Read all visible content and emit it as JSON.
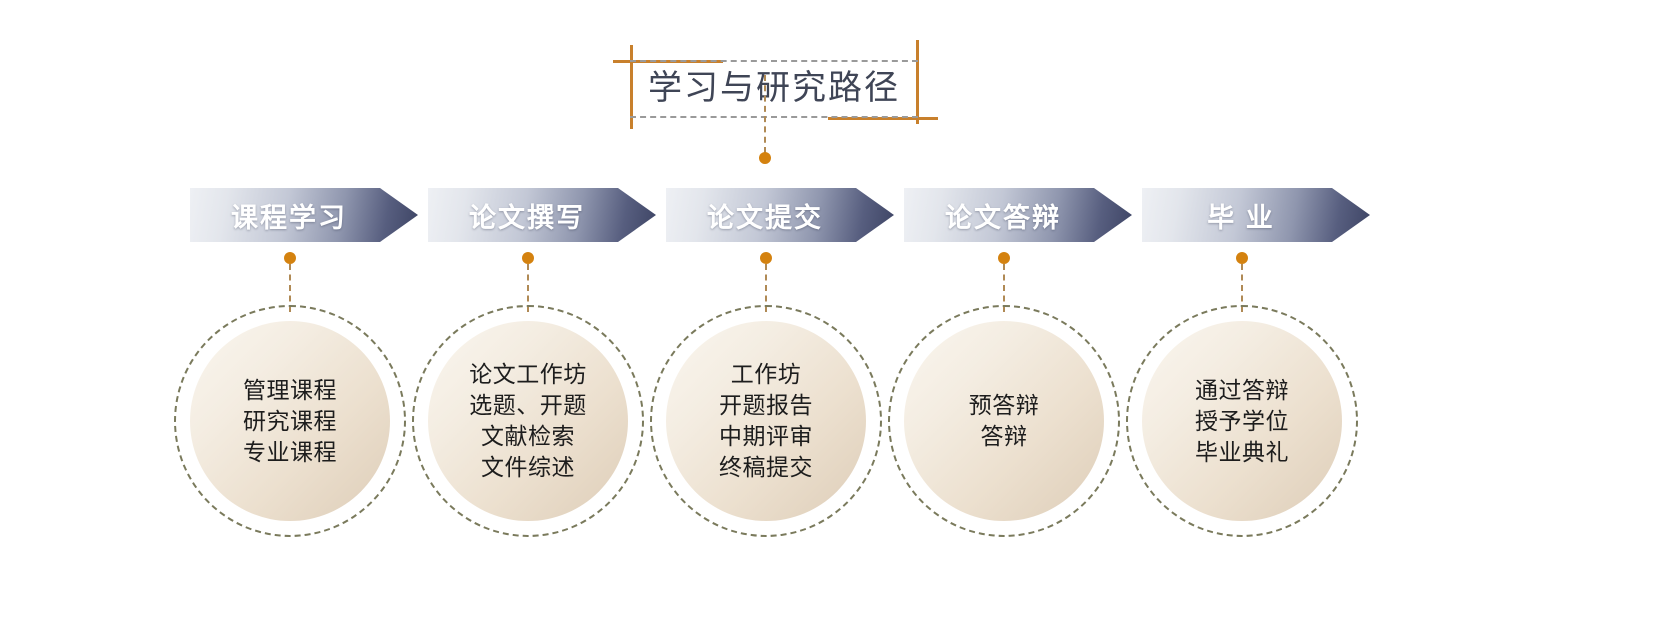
{
  "title": {
    "text": "学习与研究路径",
    "frame_color": "#c8802c",
    "dash_color": "#9a9a9a",
    "text_color": "#3f4556"
  },
  "connector": {
    "dot_color": "#d4820f",
    "line_color": "#b08a55"
  },
  "palette": {
    "arrow_light": "#eef0f4",
    "arrow_dark": "#3d4464",
    "circle_light": "#faf6ef",
    "circle_dark": "#dccbb5",
    "circle_ring": "#7a7a5c",
    "arrow_label": "#ffffff"
  },
  "stages": [
    {
      "id": "course-study",
      "arrow_label": "课程学习",
      "detail": "管理课程\n研究课程\n专业课程"
    },
    {
      "id": "thesis-writing",
      "arrow_label": "论文撰写",
      "detail": "论文工作坊\n选题、开题\n文献检索\n文件综述"
    },
    {
      "id": "thesis-submission",
      "arrow_label": "论文提交",
      "detail": "工作坊\n开题报告\n中期评审\n终稿提交"
    },
    {
      "id": "thesis-defense",
      "arrow_label": "论文答辩",
      "detail": "预答辩\n答辩"
    },
    {
      "id": "graduation",
      "arrow_label": "毕 业",
      "detail": "通过答辩\n授予学位\n毕业典礼"
    }
  ]
}
